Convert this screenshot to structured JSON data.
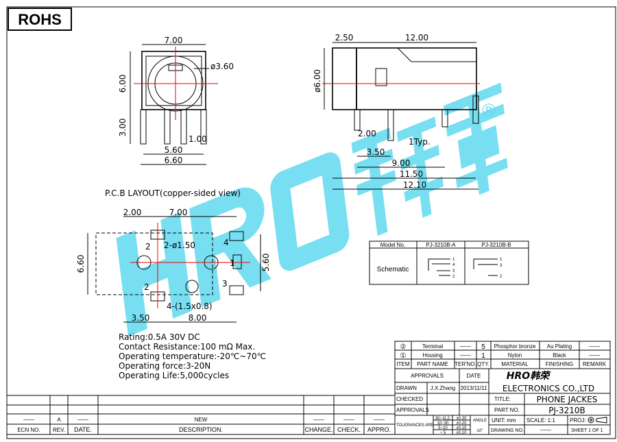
{
  "badge": "ROHS",
  "watermark": {
    "logo": "HRO韩荣",
    "registered": "®",
    "color": "#5fd9ee"
  },
  "front_view": {
    "width": "7.00",
    "height": "6.00",
    "pin_len": "3.00",
    "diameter": "ø3.60",
    "pin_span": "5.60",
    "total_width": "6.60",
    "pin_w": "1.00"
  },
  "side_view": {
    "d1": "2.50",
    "d2": "12.00",
    "diameter": "ø6.00",
    "d3": "2.00",
    "d4": "1Typ.",
    "d5": "3.50",
    "d6": "9.00",
    "d7": "11.50",
    "d8": "12.10"
  },
  "pcb": {
    "title": "P.C.B  LAYOUT(copper-sided  view)",
    "d1": "2.00",
    "d2": "7.00",
    "hole": "2-ø1.50",
    "height_left": "6.60",
    "height_right": "5.60",
    "pads": "4-(1.5x0.8)",
    "d3": "3.50",
    "d4": "8.00",
    "labels": [
      "2",
      "4",
      "1",
      "3",
      "2"
    ]
  },
  "schematic": {
    "header": [
      "Model  No.",
      "PJ-3210B-A",
      "PJ-3210B-B"
    ],
    "row_label": "Schematic",
    "a_pins": [
      "1",
      "4",
      "3",
      "2"
    ],
    "b_pins": [
      "1",
      "3",
      "2"
    ]
  },
  "specs": [
    "Rating:0.5A  30V DC",
    "Contact  Resistance:100  mΩ  Max.",
    "Operating  temperature:-20℃~70℃",
    "Operating  force:3-20N",
    "Operating  Life:5,000cycles"
  ],
  "bom": {
    "rows": [
      {
        "item": "②",
        "name": "Terminal",
        "ter": "——",
        "qty": "5",
        "material": "Phosphor bronze",
        "finishing": "Au Plating",
        "remark": "——"
      },
      {
        "item": "①",
        "name": "Housing",
        "ter": "——",
        "qty": "1",
        "material": "Nylon",
        "finishing": "Black",
        "remark": "——"
      }
    ],
    "header": {
      "item": "ITEM",
      "name": "PART NAME",
      "ter": "TER'NO.",
      "qty": "QTY.",
      "material": "MATERIAL",
      "finishing": "FINISHING",
      "remark": "REMARK"
    }
  },
  "title_block": {
    "approvals": "APPROVALS",
    "date": "DATE",
    "drawn": "DRAWN",
    "drawn_by": "J.X.Zhang",
    "drawn_date": "2013/11/11",
    "checked": "CHECKED",
    "approvals2": "APPROVALS",
    "company": "ELECTRONICS  CO.,LTD",
    "title_label": "TITLE:",
    "title": "PHONE  JACKES",
    "part_label": "PART NO.",
    "part_no": "PJ-3210B",
    "tolerances": "TOLERANCES  ARE",
    "tol_ranges": [
      "30~以上",
      "10~30",
      "5~10",
      "~ 5"
    ],
    "tol_values": [
      "±0.30",
      "±0.20",
      "±0.15",
      "±0.10"
    ],
    "angle": "ANGLE",
    "angle_val": "±2°",
    "unit": "UNIT:  mm",
    "scale": "SCALE:   1:1",
    "proj": "PROJ:",
    "drawing_no": "DRAWING  NO.",
    "drawing_no_val": "——",
    "sheet": "SHEET   1  OF  1"
  },
  "revision": {
    "row": {
      "ecn": "——",
      "rev": "A",
      "date": "——",
      "desc": "NEW",
      "change": "——",
      "check": "——",
      "appro": "——"
    },
    "header": {
      "ecn": "ECN  NO.",
      "rev": "REV.",
      "date": "DATE.",
      "desc": "DESCRIPTION.",
      "change": "CHANGE.",
      "check": "CHECK.",
      "appro": "APPRO."
    }
  }
}
